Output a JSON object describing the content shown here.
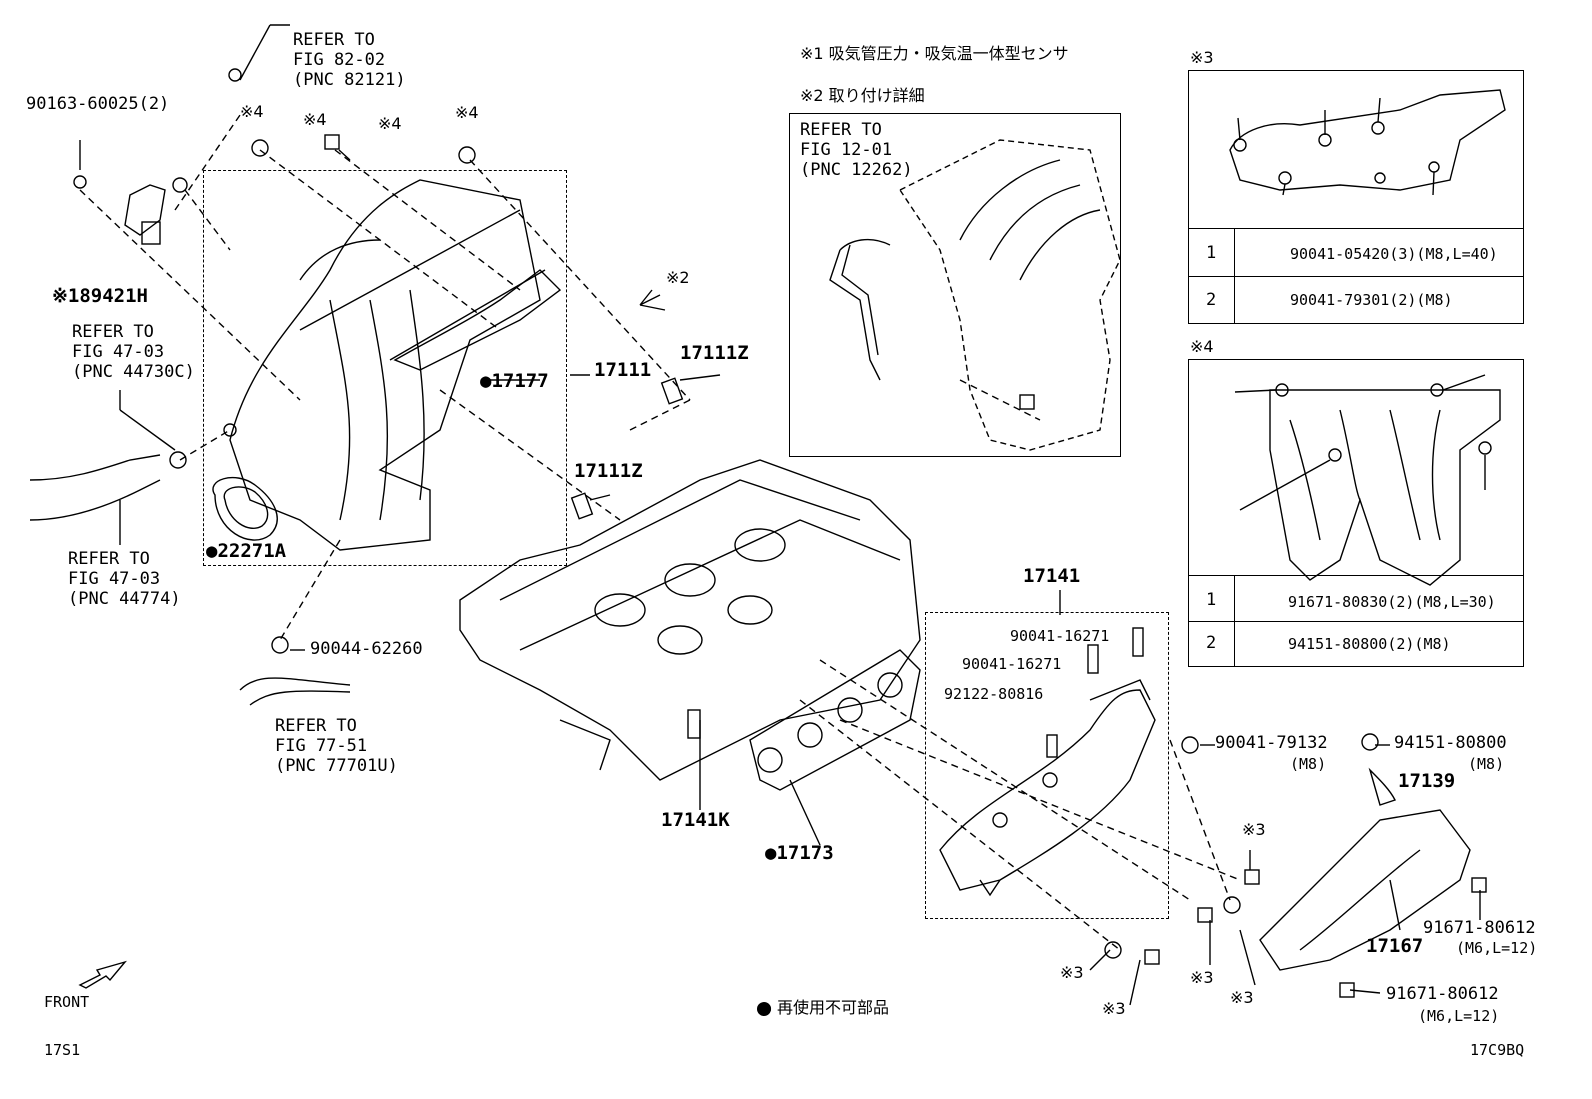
{
  "notes": {
    "n1": "※1 吸気管圧力・吸気温一体型センサ",
    "n2": "※2 取り付け詳細",
    "n3": "※3",
    "n4": "※4",
    "nonreusable": "● 再使用不可部品"
  },
  "refs": {
    "r1": [
      "REFER TO",
      "FIG 82-02",
      "(PNC 82121)"
    ],
    "r2": [
      "REFER TO",
      "FIG 12-01",
      "(PNC 12262)"
    ],
    "r3": [
      "REFER TO",
      "FIG 47-03",
      "(PNC 44730C)"
    ],
    "r4": [
      "REFER TO",
      "FIG 47-03",
      "(PNC 44774)"
    ],
    "r5": [
      "REFER TO",
      "FIG 77-51",
      "(PNC 77701U)"
    ]
  },
  "parts": {
    "p90163": "90163-60025(2)",
    "p89421": "※189421H",
    "p17177": "●17177",
    "p17111": "17111",
    "p17111z_a": "17111Z",
    "p17111z_b": "17111Z",
    "p22271": "●22271A",
    "p90044": "90044-62260",
    "p17141": "17141",
    "p16271a": "90041-16271",
    "p16271b": "90041-16271",
    "p92122": "92122-80816",
    "p17141k": "17141K",
    "p17173": "●17173",
    "p79132": "90041-79132",
    "p79132_sz": "(M8)",
    "p94151": "94151-80800",
    "p94151_sz": "(M8)",
    "p17139": "17139",
    "p17167": "17167",
    "p80612a": "91671-80612",
    "p80612a_sz": "(M6,L=12)",
    "p80612b": "91671-80612",
    "p80612b_sz": "(M6,L=12)"
  },
  "marks": {
    "m4a": "※4",
    "m4b": "※4",
    "m4c": "※4",
    "m4d": "※4",
    "m2": "※2",
    "m3a": "※3",
    "m3b": "※3",
    "m3c": "※3",
    "m3d": "※3",
    "m3e": "※3"
  },
  "table3": [
    {
      "n": "1",
      "part": "90041-05420(3)(M8,L=40)"
    },
    {
      "n": "2",
      "part": "90041-79301(2)(M8)"
    }
  ],
  "table4": [
    {
      "n": "1",
      "part": "91671-80830(2)(M8,L=30)"
    },
    {
      "n": "2",
      "part": "94151-80800(2)(M8)"
    }
  ],
  "footer": {
    "front": "FRONT",
    "left_code": "17S1",
    "right_code": "17C9BQ"
  }
}
